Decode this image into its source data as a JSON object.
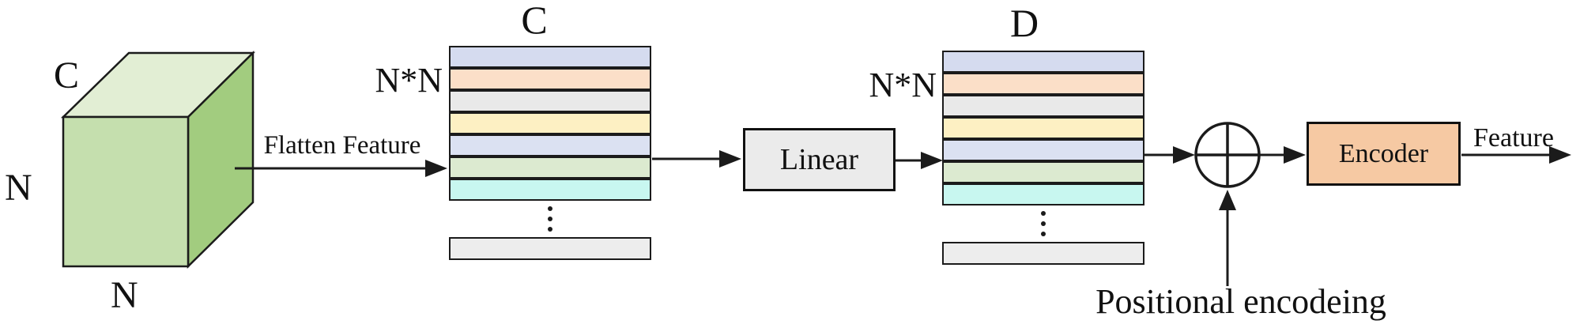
{
  "palette": {
    "stroke": "#1b1b1b",
    "cube_front": "#c5dfae",
    "cube_top": "#e2eed4",
    "cube_side": "#a2cc7f",
    "linear_bg": "#ebebeb",
    "encoder_bg": "#f6c9a3",
    "adder_bg": "#ffffff"
  },
  "cube": {
    "top_label": "C",
    "left_label": "N",
    "bottom_label": "N"
  },
  "flatten": {
    "label": "Flatten Feature"
  },
  "matrix_c": {
    "top_label": "C",
    "left_label": "N*N",
    "row_colors": [
      "#d5dbef",
      "#fbdfc8",
      "#e9e9e9",
      "#fdf0c3",
      "#dbe1f2",
      "#dcead0",
      "#c8f7f0"
    ],
    "bottom_row_color": "#ededed"
  },
  "linear": {
    "label": "Linear"
  },
  "matrix_d": {
    "top_label": "D",
    "left_label": "N*N",
    "row_colors": [
      "#d5dbef",
      "#fbdfc8",
      "#e9e9e9",
      "#fdf0c3",
      "#dbe1f2",
      "#dcead0",
      "#c8f7f0"
    ],
    "bottom_row_color": "#ededed"
  },
  "icons": {
    "adder": "circle-plus-icon",
    "ellipsis": "vertical-dots-icon"
  },
  "positional": {
    "label": "Positional encodeing"
  },
  "encoder": {
    "label": "Encoder"
  },
  "output": {
    "label": "Feature"
  }
}
